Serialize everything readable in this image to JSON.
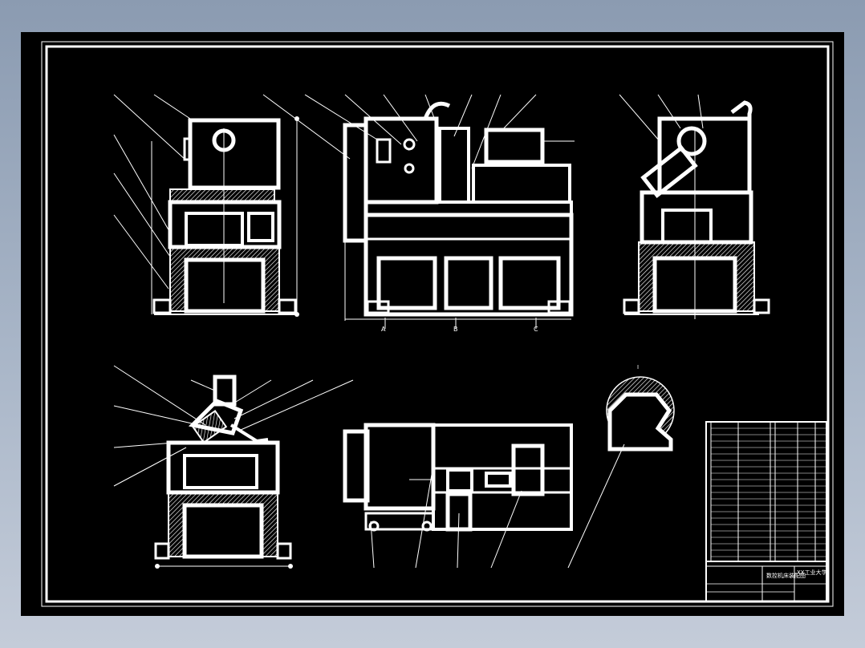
{
  "view_labels": {
    "section_a": "A",
    "section_b": "B",
    "section_c": "C",
    "detail": "I"
  },
  "title_block": {
    "school": "XX工业大学",
    "drawing_title": "数控机床装配图"
  },
  "colors": {
    "background": "#000000",
    "lines": "#ffffff",
    "app_frame": "#9aa7bb"
  }
}
